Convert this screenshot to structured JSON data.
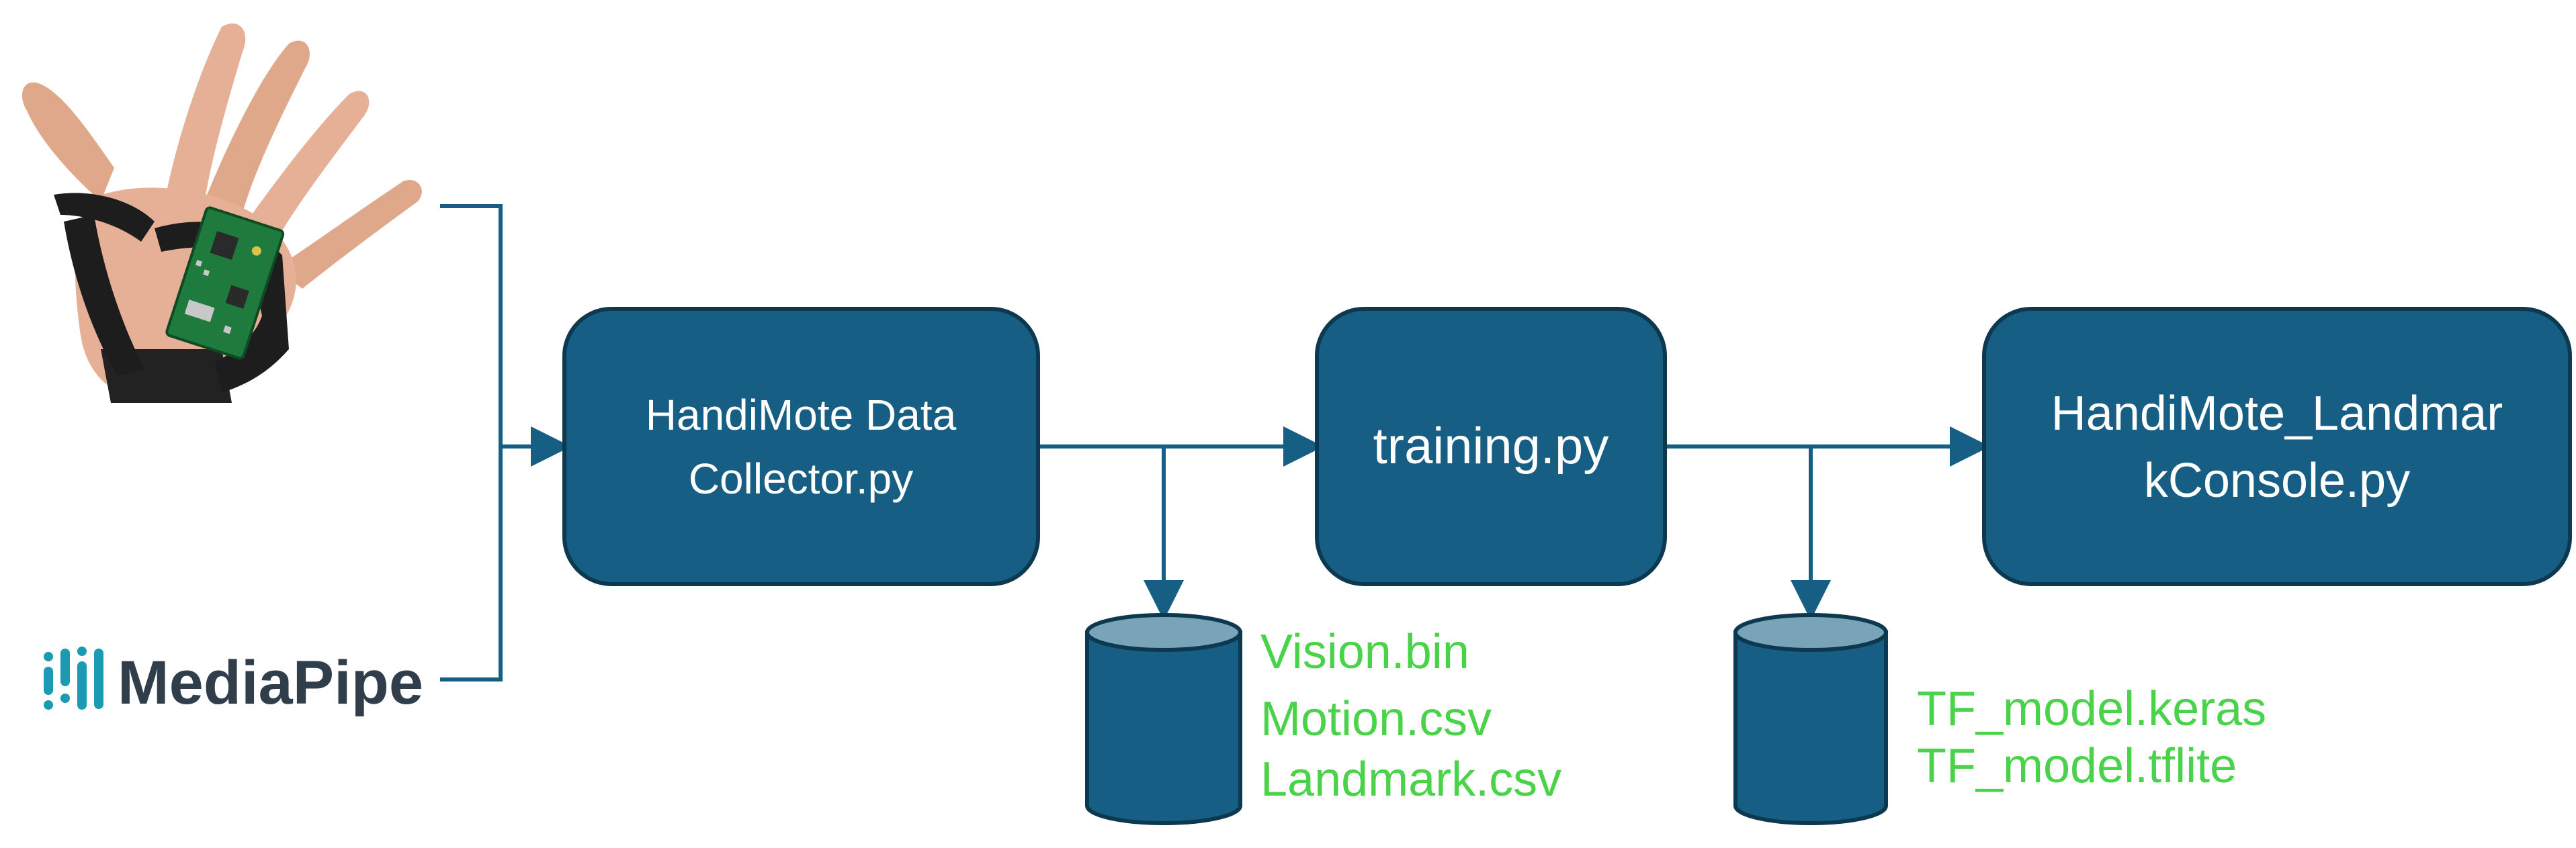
{
  "colors": {
    "box_fill": "#175e84",
    "box_stroke": "#0c3850",
    "connector": "#175e84",
    "db_top": "#79a3b8",
    "file_text": "#4bd24b",
    "mediapipe_text": "#2f3e4a",
    "mediapipe_icon": "#1a9bb1"
  },
  "inputs": {
    "glove_image": "hand-glove-with-sensor-board",
    "mediapipe_label": "MediaPipe"
  },
  "boxes": {
    "collector": {
      "line1": "HandiMote Data",
      "line2": "Collector.py"
    },
    "training": {
      "label": "training.py"
    },
    "console": {
      "line1": "HandiMote_Landmar",
      "line2": "kConsole.py"
    }
  },
  "stores": {
    "collected": {
      "files": [
        "Vision.bin",
        "Motion.csv",
        "Landmark.csv"
      ]
    },
    "models": {
      "files": [
        "TF_model.keras",
        "TF_model.tflite"
      ]
    }
  }
}
